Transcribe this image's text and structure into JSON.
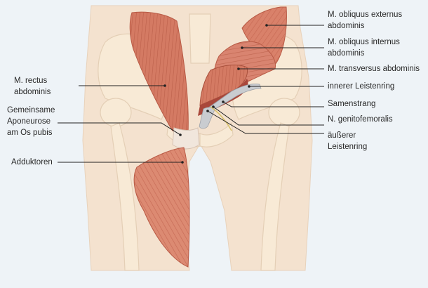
{
  "labels": {
    "obliquus_externus": "M. obliquus externus\nabdominis",
    "obliquus_internus": "M. obliquus internus\nabdominis",
    "transversus": "M. transversus abdominis",
    "innerer_leistenring": "innerer Leistenring",
    "samenstrang": "Samenstrang",
    "genitofemoralis": "N. genitofemoralis",
    "aeusserer_leistenring": "äußerer\nLeistenring",
    "rectus": "M. rectus\nabdominis",
    "aponeurose": "Gemeinsame\nAponeurose\nam Os pubis",
    "adduktoren": "Adduktoren"
  },
  "colors": {
    "background": "#eef3f7",
    "skin": "#f4e2cf",
    "bone": "#f8ead6",
    "muscle": "#d9816a",
    "muscle_dark": "#b85a45",
    "cord": "#c9ccd0",
    "line": "#222222"
  }
}
